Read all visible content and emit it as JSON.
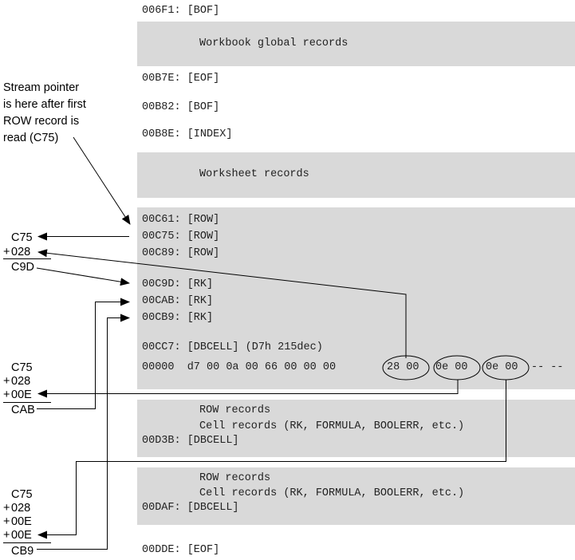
{
  "stream": {
    "bof1": "006F1: [BOF]",
    "global_label": "Workbook global records",
    "eof1": "00B7E: [EOF]",
    "bof2": "00B82: [BOF]",
    "index": "00B8E: [INDEX]",
    "worksheet_label": "Worksheet records",
    "row1": "00C61: [ROW]",
    "row2": "00C75: [ROW]",
    "row3": "00C89: [ROW]",
    "rk1": "00C9D: [RK]",
    "rk2": "00CAB: [RK]",
    "rk3": "00CB9: [RK]",
    "dbcell1": "00CC7: [DBCELL] (D7h 215dec)",
    "bytes_prefix": "00000  d7 00 0a 00 66 00 00 00",
    "byte_group1": "28 00",
    "byte_group2": "0e 00",
    "byte_group3": "0e 00",
    "bytes_tail": "-- --",
    "block2_line1": "ROW records",
    "block2_line2": "Cell records (RK, FORMULA, BOOLERR, etc.)",
    "block2_dbcell": "00D3B: [DBCELL]",
    "block3_line1": "ROW records",
    "block3_line2": "Cell records (RK, FORMULA, BOOLERR, etc.)",
    "block3_dbcell": "00DAF: [DBCELL]",
    "eof2": "00DDE: [EOF]"
  },
  "annotation": {
    "line1": "Stream pointer",
    "line2": "is here after first",
    "line3": "ROW record is",
    "line4": "read (C75)"
  },
  "calc1": {
    "a": "C75",
    "b": "028",
    "result": "C9D"
  },
  "calc2": {
    "a": "C75",
    "b": "028",
    "c": "00E",
    "result": "CAB"
  },
  "calc3": {
    "a": "C75",
    "b": "028",
    "c": "00E",
    "d": "00E",
    "result": "CB9"
  },
  "colors": {
    "box": "#d9d9d9",
    "line": "#000000"
  }
}
